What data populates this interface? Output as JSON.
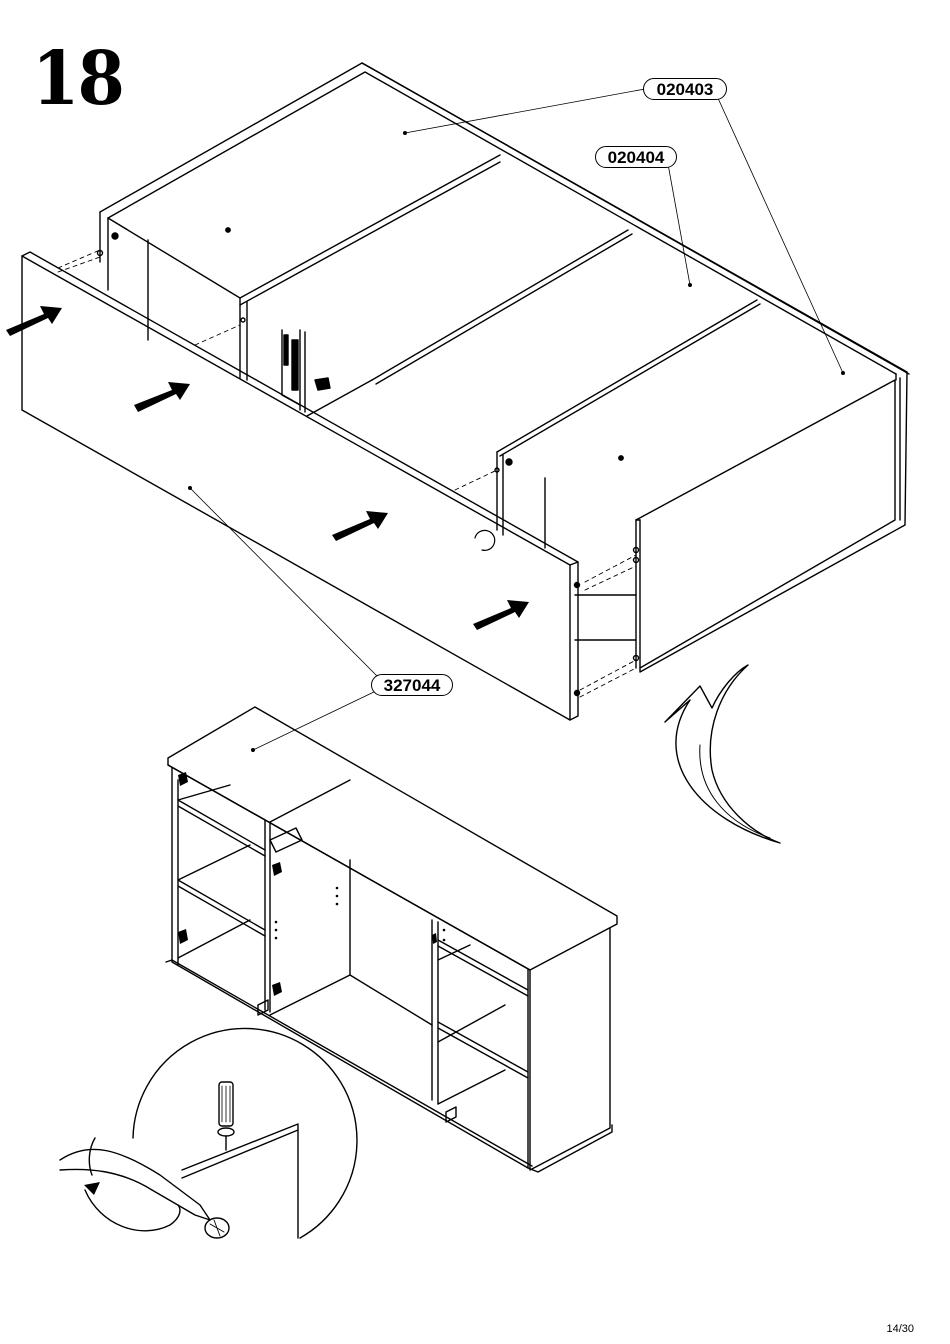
{
  "step": {
    "number": "18"
  },
  "parts": {
    "top_panel": "020403",
    "middle_panel": "020404",
    "front_panel": "327044"
  },
  "page": {
    "number": "14/30"
  },
  "colors": {
    "ink": "#000000",
    "paper": "#ffffff"
  },
  "icons": [
    "arrow-icon",
    "rotate-arrow-icon",
    "screwdriver-icon",
    "screw-icon",
    "hinge-icon"
  ]
}
